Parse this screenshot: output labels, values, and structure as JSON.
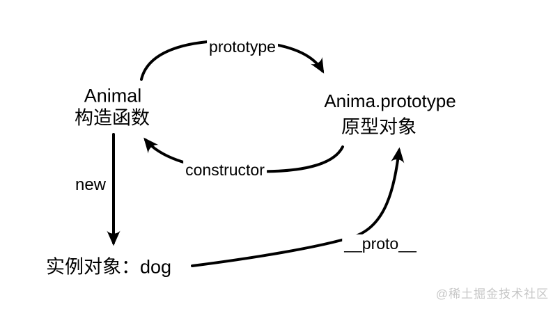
{
  "diagram": {
    "nodes": {
      "constructor_fn": {
        "title": "Animal",
        "subtitle": "构造函数"
      },
      "prototype_obj": {
        "title": "Anima.prototype",
        "subtitle": "原型对象"
      },
      "instance": {
        "label": "实例对象：dog"
      }
    },
    "edges": {
      "prototype_label": "prototype",
      "constructor_label": "constructor",
      "new_label": "new",
      "proto_label": "__proto__"
    },
    "colors": {
      "line": "#000000",
      "background": "#ffffff",
      "watermark": "#c6c6c6"
    }
  },
  "watermark": {
    "text": "@稀土掘金技术社区"
  }
}
